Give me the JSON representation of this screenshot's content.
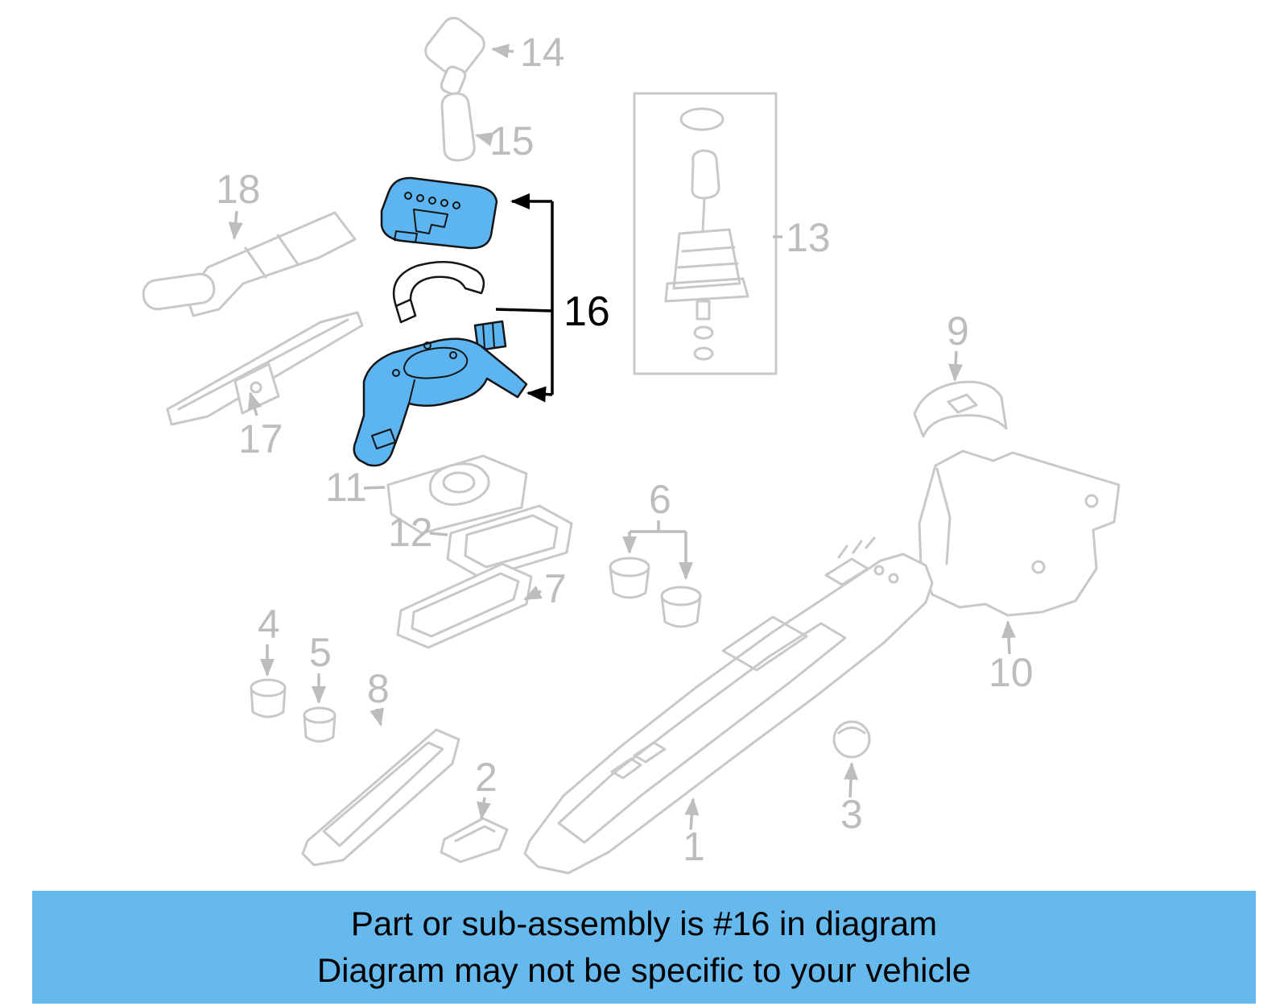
{
  "diagram": {
    "highlighted_part": "16",
    "labels": {
      "n1": "1",
      "n2": "2",
      "n3": "3",
      "n4": "4",
      "n5": "5",
      "n6": "6",
      "n7": "7",
      "n8": "8",
      "n9": "9",
      "n10": "10",
      "n11": "11",
      "n12": "12",
      "n13": "13",
      "n14": "14",
      "n15": "15",
      "n16": "16",
      "n17": "17",
      "n18": "18"
    }
  },
  "banner": {
    "line1": "Part or sub-assembly is #16 in diagram",
    "line2": "Diagram may not be specific to your vehicle"
  },
  "colors": {
    "highlight": "#5cb5f0",
    "banner_bg": "#66b9ec",
    "diagram_line": "#c8c8c8",
    "label_gray": "#bdbdbd"
  }
}
